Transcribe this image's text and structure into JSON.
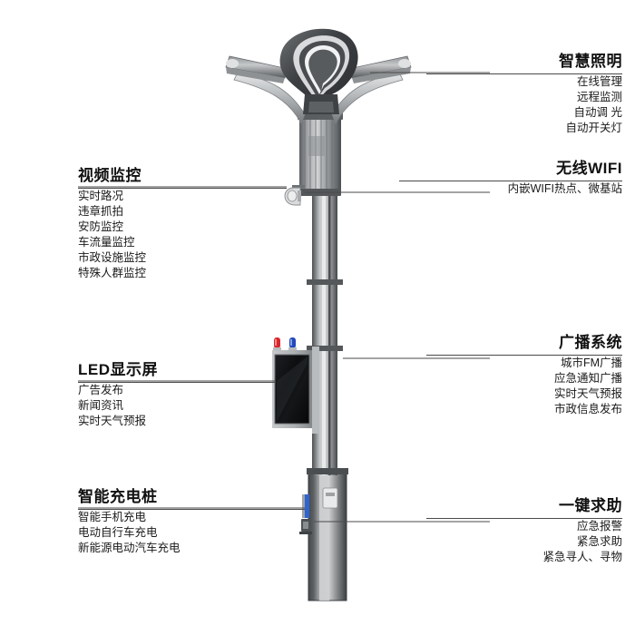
{
  "diagram": {
    "subject": "smart-lamppost",
    "callouts": [
      {
        "id": "smart-lighting",
        "side": "right",
        "title": "智慧照明",
        "items": [
          "在线管理",
          "远程监测",
          "自动调 光",
          "自动开关灯"
        ]
      },
      {
        "id": "wireless-wifi",
        "side": "right",
        "title": "无线WIFI",
        "items": [
          "内嵌WIFI热点、微基站"
        ]
      },
      {
        "id": "broadcast-system",
        "side": "right",
        "title": "广播系统",
        "items": [
          "城市FM广播",
          "应急通知广播",
          "实时天气预报",
          "市政信息发布"
        ]
      },
      {
        "id": "one-key-help",
        "side": "right",
        "title": "一键求助",
        "items": [
          "应急报警",
          "紧急求助",
          "紧急寻人、寻物"
        ]
      },
      {
        "id": "video-surveillance",
        "side": "left",
        "title": "视频监控",
        "items": [
          "实时路况",
          "违章抓拍",
          "安防监控",
          "车流量监控",
          "市政设施监控",
          "特殊人群监控"
        ]
      },
      {
        "id": "led-display",
        "side": "left",
        "title": "LED显示屏",
        "items": [
          "广告发布",
          "新闻资讯",
          "实时天气预报"
        ]
      },
      {
        "id": "smart-charging-pile",
        "side": "left",
        "title": "智能充电桩",
        "items": [
          "智能手机充电",
          "电动自行车充电",
          "新能源电动汽车充电"
        ]
      }
    ],
    "parts": {
      "lamp_head": "luminaire-arms",
      "antenna_loop": "wifi-loop-antenna",
      "equipment_housing": "ribbed-equipment-cylinder",
      "camera": "surveillance-camera",
      "indicator_red": "red-indicator-light",
      "indicator_blue": "blue-indicator-light",
      "screen": "led-display-panel",
      "charger": "charging-module",
      "base": "pole-base"
    },
    "colors": {
      "pole_light": "#c8cacb",
      "pole_mid": "#9fa2a4",
      "pole_dark": "#5d6063",
      "pole_darkest": "#414447",
      "screen": "#0c0c0e",
      "indicator_red": "#d8262c",
      "indicator_blue": "#2049b8",
      "rule": "#4a4a4a",
      "text": "#111111"
    }
  }
}
